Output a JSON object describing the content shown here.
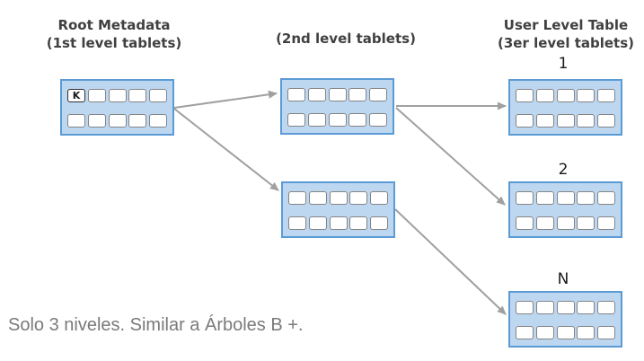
{
  "headings": {
    "root": {
      "line1": "Root Metadata",
      "line2": "(1st level tablets)"
    },
    "level2": {
      "line1": "(2nd level tablets)"
    },
    "level3": {
      "line1": "User Level Table",
      "line2": "(3er level tablets)"
    }
  },
  "root_key_label": "K",
  "tablet_labels": {
    "first": "1",
    "second": "2",
    "nth": "N"
  },
  "caption": "Solo 3 niveles. Similar a Árboles B +.",
  "colors": {
    "background": "#ffffff",
    "tablet_fill": "#bdd7f0",
    "tablet_border": "#5b9bd5",
    "cell_fill": "#ffffff",
    "cell_border": "#848484",
    "key_cell_border": "#2e2e2e",
    "arrow": "#a0a0a0",
    "heading_text": "#404040",
    "label_text": "#1a1a1a",
    "caption_text": "#7a7a7a"
  }
}
